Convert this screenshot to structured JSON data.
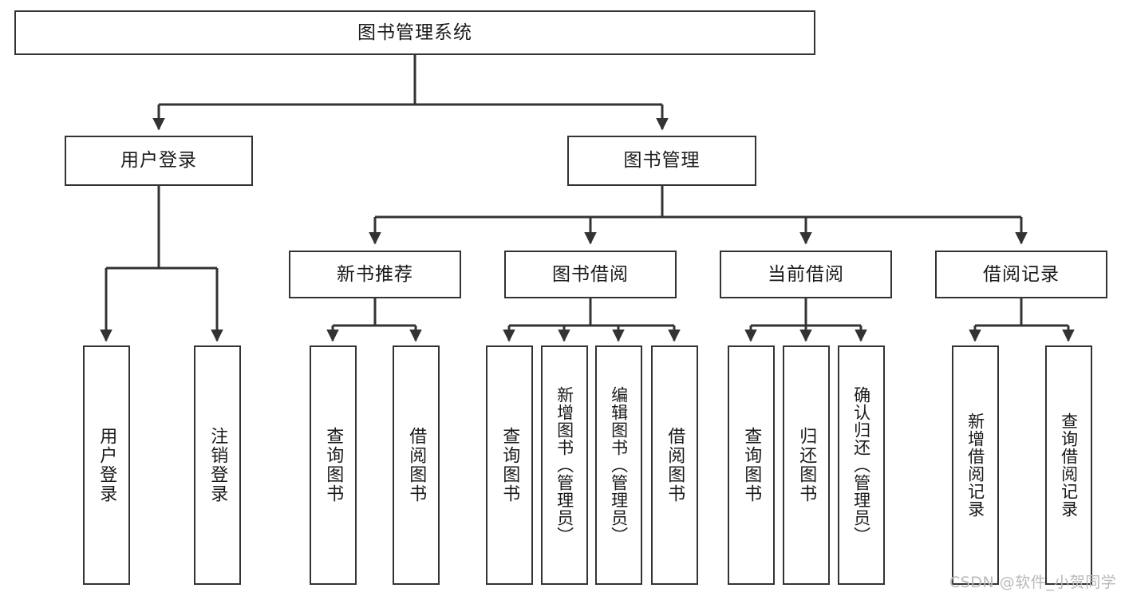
{
  "diagram": {
    "type": "hierarchy-tree",
    "title": "图书管理系统",
    "levels": 4,
    "watermark": "CSDN @软件_小贺同学",
    "colors": {
      "stroke": "#333333",
      "box_fill": "#ffffff",
      "text": "#1a1a1a",
      "watermark": "#b9b9b9",
      "background": "#ffffff"
    },
    "nodes": {
      "root": {
        "label": "图书管理系统"
      },
      "level2": [
        {
          "id": "user-login",
          "label": "用户登录"
        },
        {
          "id": "book-management",
          "label": "图书管理"
        }
      ],
      "level3": [
        {
          "id": "new-book-recommend",
          "label": "新书推荐"
        },
        {
          "id": "book-borrow",
          "label": "图书借阅"
        },
        {
          "id": "current-borrow",
          "label": "当前借阅"
        },
        {
          "id": "borrow-record",
          "label": "借阅记录"
        }
      ],
      "leaves": {
        "user-login": [
          {
            "id": "leaf-user-login",
            "label": "用户登录"
          },
          {
            "id": "leaf-user-logout",
            "label": "注销登录"
          }
        ],
        "new-book-recommend": [
          {
            "id": "leaf-query-book-1",
            "label": "查询图书"
          },
          {
            "id": "leaf-borrow-book-1",
            "label": "借阅图书"
          }
        ],
        "book-borrow": [
          {
            "id": "leaf-query-book-2",
            "label": "查询图书"
          },
          {
            "id": "leaf-add-book",
            "label": "新增图书（管理员）"
          },
          {
            "id": "leaf-edit-book",
            "label": "编辑图书（管理员）"
          },
          {
            "id": "leaf-borrow-book-2",
            "label": "借阅图书"
          }
        ],
        "current-borrow": [
          {
            "id": "leaf-query-book-3",
            "label": "查询图书"
          },
          {
            "id": "leaf-return-book",
            "label": "归还图书"
          },
          {
            "id": "leaf-confirm-return",
            "label": "确认归还（管理员）"
          }
        ],
        "borrow-record": [
          {
            "id": "leaf-add-record",
            "label": "新增借阅记录"
          },
          {
            "id": "leaf-query-record",
            "label": "查询借阅记录"
          }
        ]
      }
    }
  }
}
